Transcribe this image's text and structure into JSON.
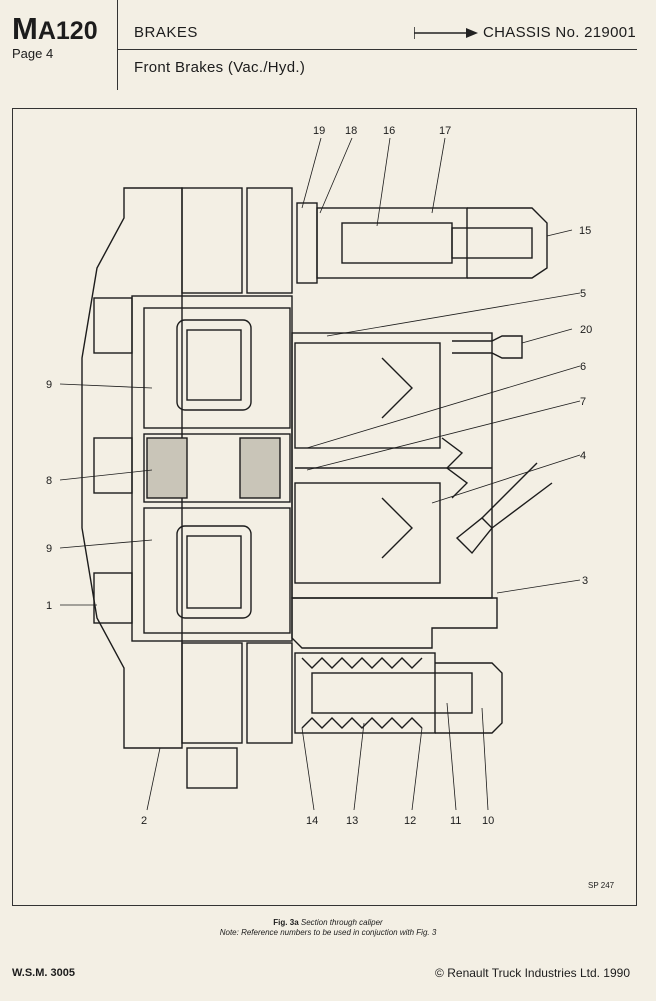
{
  "header": {
    "manual_code_prefix": "M",
    "manual_code_rest": "A120",
    "page": "Page 4",
    "section": "BRAKES",
    "subtitle": "Front Brakes (Vac./Hyd.)",
    "chassis": "CHASSIS No. 219001"
  },
  "figure": {
    "callouts": [
      "19",
      "18",
      "16",
      "17",
      "15",
      "5",
      "20",
      "6",
      "7",
      "4",
      "3",
      "9",
      "8",
      "9",
      "1",
      "2",
      "14",
      "13",
      "12",
      "11",
      "10"
    ],
    "ref": "SP 247",
    "caption_label": "Fig. 3a",
    "caption_title": "Section through caliper",
    "caption_note": "Note: Reference numbers to be used in conjuction with Fig. 3"
  },
  "footer": {
    "left": "W.S.M. 3005",
    "right": "© Renault Truck Industries Ltd. 1990"
  }
}
